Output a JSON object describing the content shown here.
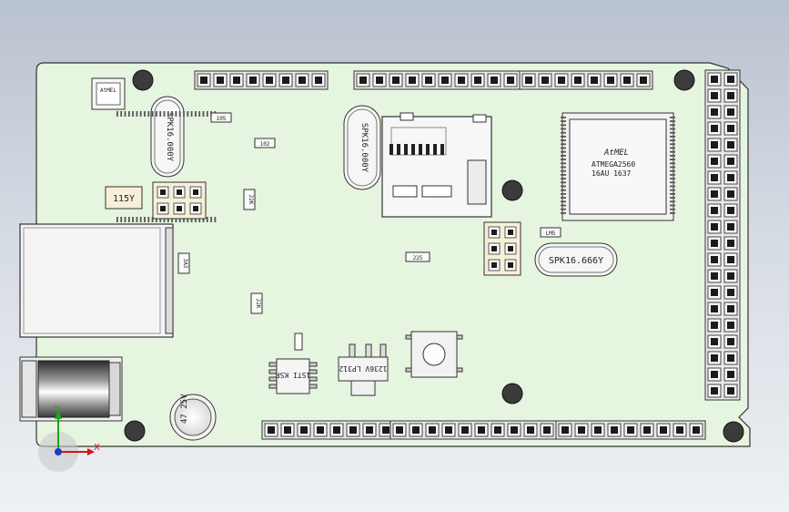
{
  "colors": {
    "background_top": "#b9c2cf",
    "background_bottom": "#eef1f4",
    "pcb": "#e6f5df",
    "outline": "#333333",
    "header_body": "#e9e9e9",
    "pin": "#1b1b1b"
  },
  "labels": {
    "crystal_left": "SPK16.000Y",
    "crystal_mid": "SPK16.000Y",
    "crystal_right": "SPK16.666Y",
    "led_block": "115Y",
    "mcu_line1": "ATMEGA2560",
    "mcu_line2": "16AU  1637",
    "mcu_logo": "AtMEL",
    "cap": "47 25V",
    "regulator": "1236V  LP312",
    "ic_small": "1STI  KSR",
    "res_top": "105",
    "res_a": "102",
    "res_b": "22K",
    "res_c": "225",
    "res_d": "22K",
    "small_chip": "LM5",
    "fuse": "3A3",
    "qfn_logo": "AtMEL"
  },
  "axis": {
    "x_label": "X",
    "y_label": "Y"
  },
  "icons": [
    "coordinate-triad-icon"
  ]
}
